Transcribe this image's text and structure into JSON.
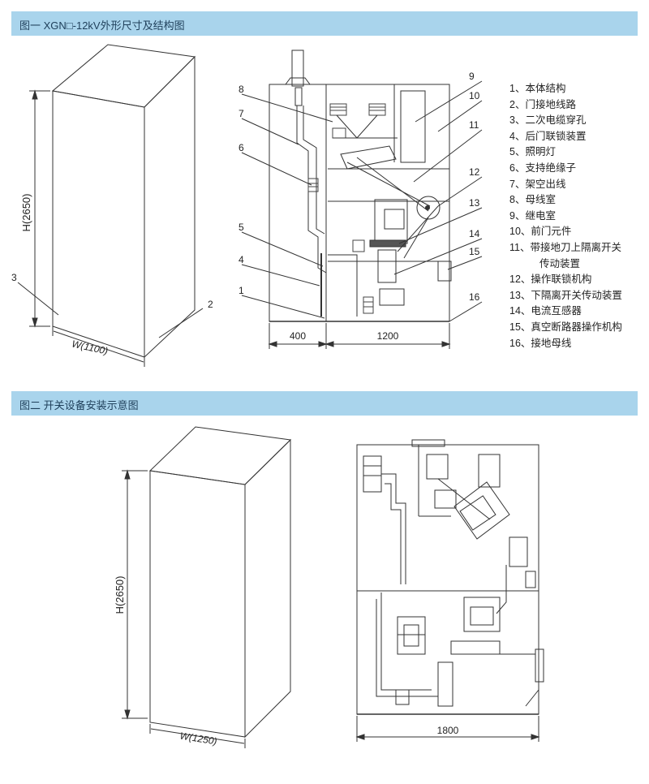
{
  "section1": {
    "title": "图一  XGN□-12kV外形尺寸及结构图"
  },
  "section2": {
    "title": "图二  开关设备安装示意图"
  },
  "fig1": {
    "height_label": "H(2650)",
    "width_label": "W(1100)",
    "dim_left": "400",
    "dim_right": "1200",
    "callout_labels": [
      "1",
      "2",
      "3",
      "4",
      "5",
      "6",
      "7",
      "8",
      "9",
      "10",
      "11",
      "12",
      "13",
      "14",
      "15",
      "16"
    ]
  },
  "legend": {
    "items": [
      "1、本体结构",
      "2、门接地线路",
      "3、二次电缆穿孔",
      "4、后门联锁装置",
      "5、照明灯",
      "6、支持绝缘子",
      "7、架空出线",
      "8、母线室",
      "9、继电室",
      "10、前门元件",
      "11、带接地刀上隔离开关",
      "传动装置",
      "12、操作联锁机构",
      "13、下隔离开关传动装置",
      "14、电流互感器",
      "15、真空断路器操作机构",
      "16、接地母线"
    ]
  },
  "fig2": {
    "height_label": "H(2650)",
    "width_label": "W(1250)",
    "dim_bottom": "1800"
  }
}
